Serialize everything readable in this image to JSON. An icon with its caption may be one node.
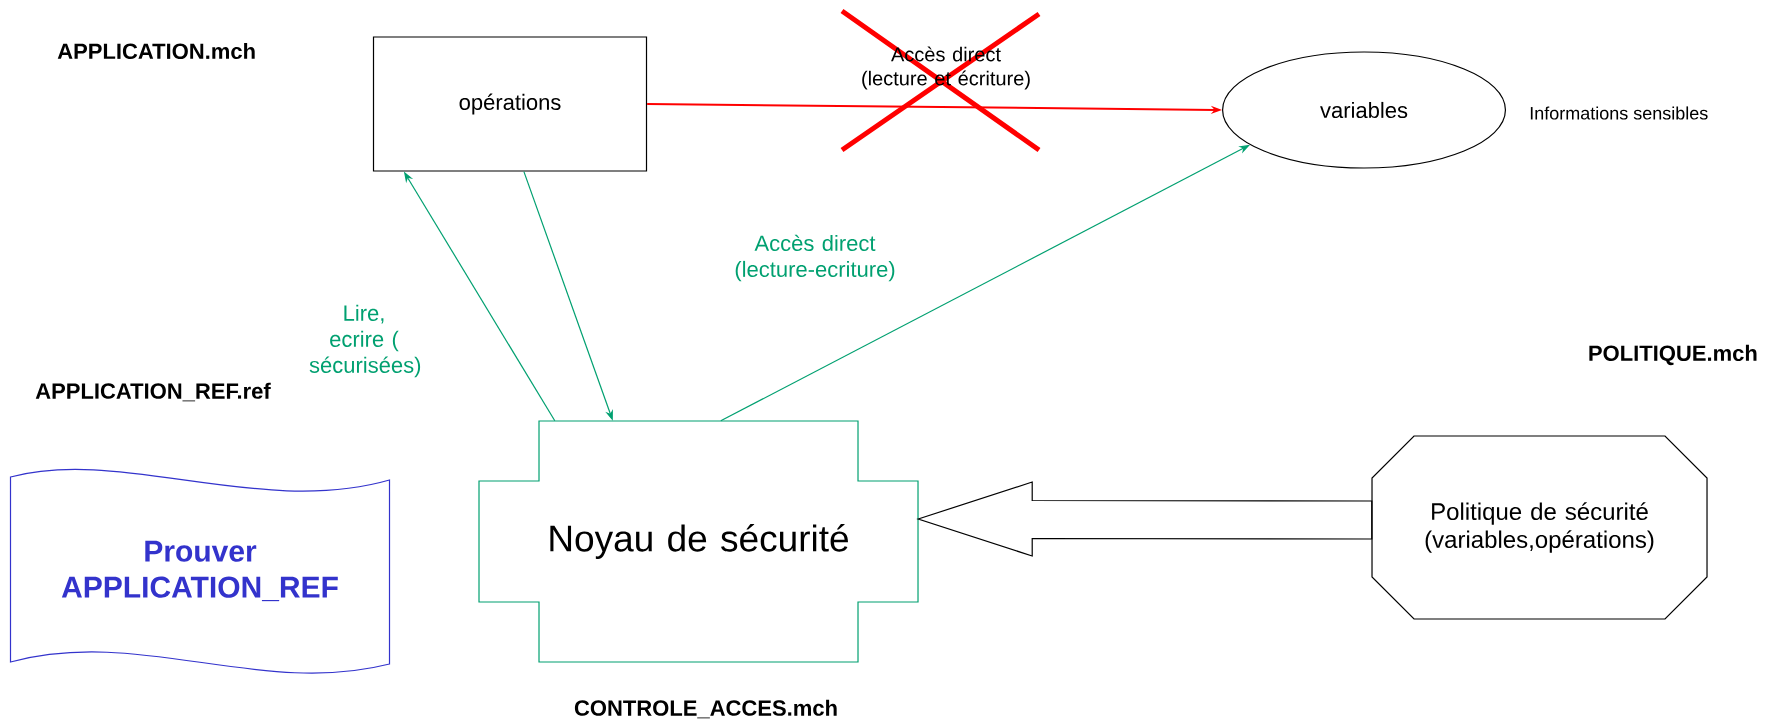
{
  "diagram": {
    "nodes": [
      {
        "text": [
          "opérations"
        ]
      },
      {
        "text": [
          "variables"
        ],
        "beside": [
          "Informations sensibles"
        ]
      },
      {
        "text": [
          "Noyau de sécurité"
        ]
      },
      {
        "text": [
          "Politique de sécurité (variables,opérations)"
        ]
      },
      {
        "text": [
          "Prouver APPLICATION_REF"
        ]
      }
    ],
    "edges": [
      {
        "from": 0,
        "to": 1,
        "arrow": "to",
        "label": "Accès direct (lecture et écriture)",
        "color": "#ff0000"
      },
      {
        "from": 2,
        "to": 0,
        "arrow": "to",
        "label": "Lire, ecrire ( sécurisées)"
      },
      {
        "from": 0,
        "to": 2,
        "arrow": "to"
      },
      {
        "from": 2,
        "to": 1,
        "arrow": "to",
        "label": "Accès direct (lecture-ecriture)"
      },
      {
        "from": 3,
        "to": 2,
        "arrow": "to",
        "style": "thick",
        "color": "#000000"
      }
    ],
    "labels": [
      "APPLICATION.mch",
      "POLITIQUE.mch",
      "APPLICATION_REF.ref",
      "CONTROLE_ACCES.mch"
    ]
  }
}
